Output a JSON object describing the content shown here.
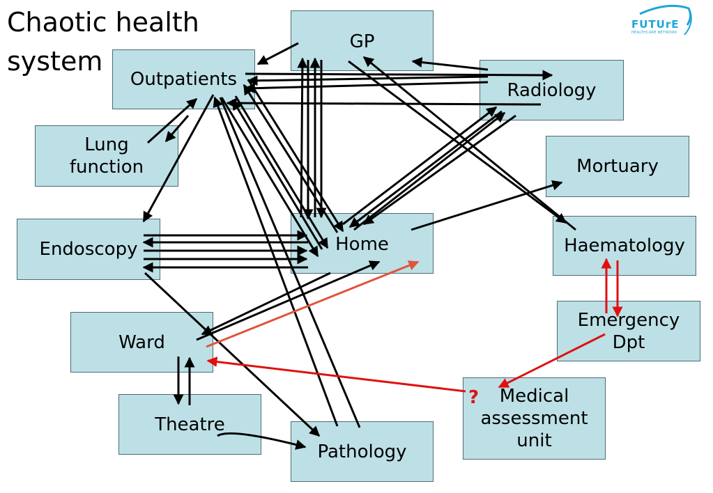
{
  "title": "Chaotic health\nsystem",
  "logo": {
    "word": "FUTUrE",
    "sub": "HEALTHCARE NETWORK"
  },
  "nodes": {
    "gp": "GP",
    "outpatients": "Outpatients",
    "radiology": "Radiology",
    "lung_function": "Lung\nfunction",
    "mortuary": "Mortuary",
    "endoscopy": "Endoscopy",
    "home": "Home",
    "haematology": "Haematology",
    "emergency": "Emergency\nDpt",
    "ward": "Ward",
    "medical_assessment": "Medical\nassessment\nunit",
    "theatre": "Theatre",
    "pathology": "Pathology"
  },
  "question_mark": "?",
  "colors": {
    "box": "#bde0e6",
    "box_border": "#4b6b72",
    "arrow": "#000000",
    "red_arrow": "#e01010",
    "orange_arrow": "#e0553a",
    "logo": "#1aa6d8"
  }
}
